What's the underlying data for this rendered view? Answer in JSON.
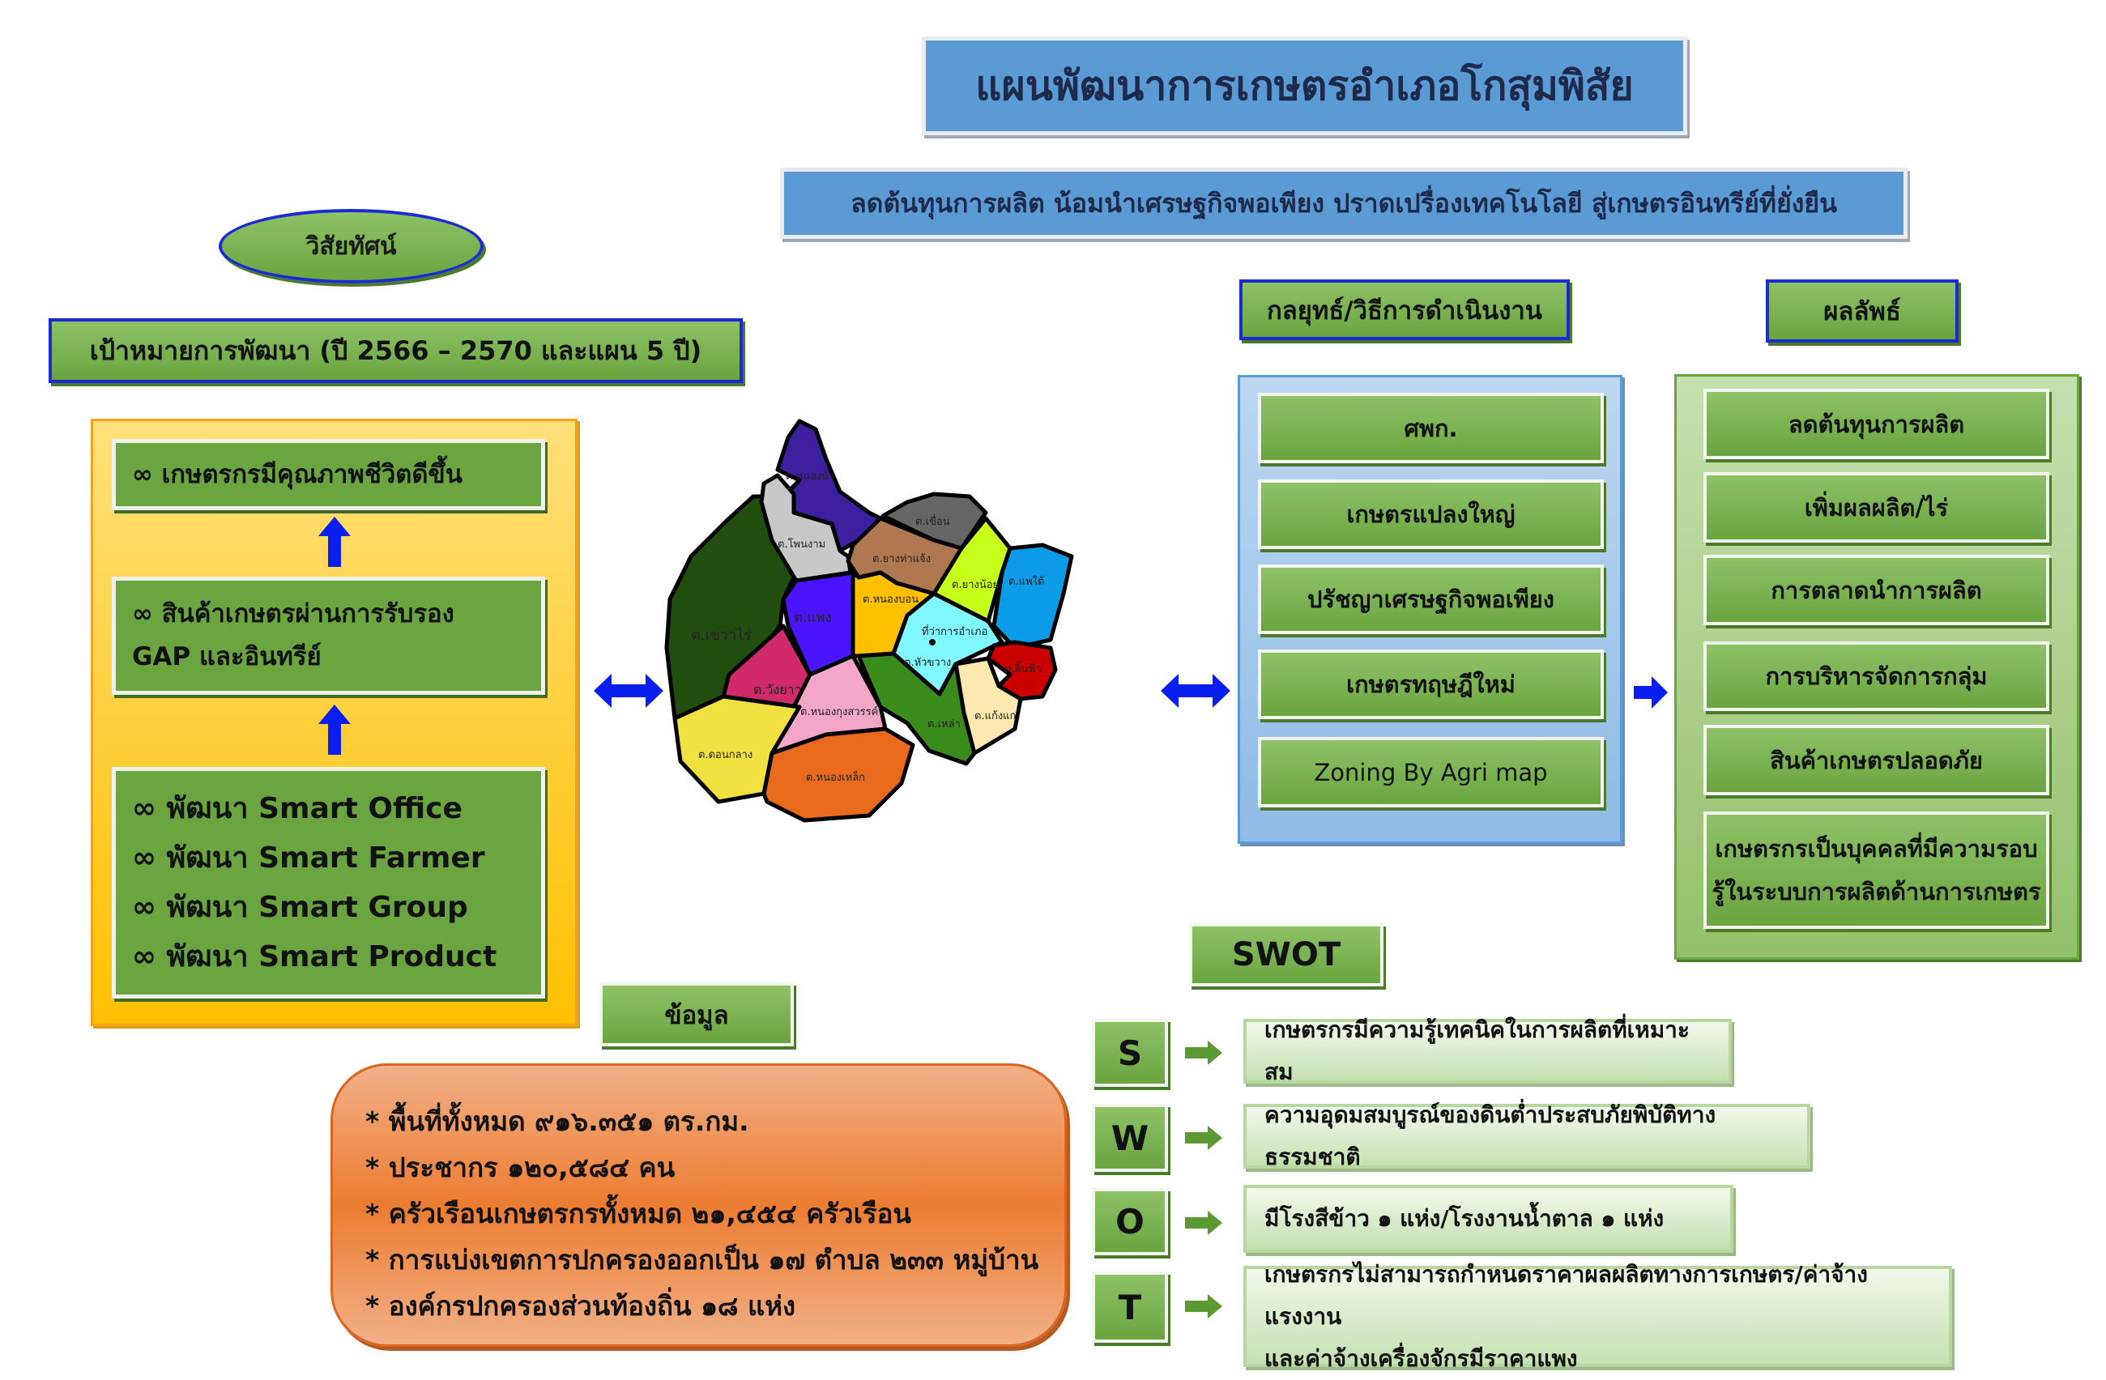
{
  "title": "แผนพัฒนาการเกษตรอำเภอโกสุมพิสัย",
  "subtitle": "ลดต้นทุนการผลิต  น้อมนำเศรษฐกิจพอเพียง ปราดเปรื่องเทคโนโลยี สู่เกษตรอินทรีย์ที่ยั่งยืน",
  "vision": "วิสัยทัศน์",
  "goal_header": "เป้าหมายการพัฒนา (ปี 2566 – 2570 และแผน 5 ปี)",
  "goals": {
    "top": "∞ เกษตรกรมีคุณภาพชีวิตดีขึ้น",
    "middle": [
      "∞ สินค้าเกษตรผ่านการรับรอง",
      "GAP และอินทรีย์"
    ],
    "bottom": [
      "∞ พัฒนา Smart Office",
      "∞ พัฒนา Smart Farmer",
      "∞ พัฒนา Smart Group",
      "∞ พัฒนา Smart Product"
    ]
  },
  "map": {
    "labels": {
      "nongbua": "ต.หนองบัว",
      "phonngam": "ต.โพนงาม",
      "khueanr": "ต.เขื่อน",
      "yangthachaeng": "ต.ยางท่าแจ้ง",
      "yangnoi": "ต.ยางน้อย",
      "faetai": "ต.แพใต้",
      "khaorai": "ต.เขวาไร่",
      "phaeng": "ต.แพง",
      "nongbon": "ต.หนองบอน",
      "office": "ที่ว่าการอำเภอ",
      "huakhwang": "ต.หัวขวาง",
      "linfa": "ต.ลิ้นฟ้า",
      "wangyao": "ต.วังยาว",
      "nongkung": "ต.หนองกุงสวรรค์",
      "la": "ต.เหล่า",
      "kaengkae": "ต.แก้งแก",
      "donklang": "ต.ดอนกลาง",
      "nonglek": "ต.หนองเหล็ก"
    }
  },
  "strategy": {
    "header": "กลยุทธ์/วิธีการดำเนินงาน",
    "items": [
      "ศพก.",
      "เกษตรแปลงใหญ่",
      "ปรัชญาเศรษฐกิจพอเพียง",
      "เกษตรทฤษฎีใหม่",
      "Zoning By Agri map"
    ]
  },
  "results": {
    "header": "ผลลัพธ์",
    "items": [
      "ลดต้นทุนการผลิต",
      "เพิ่มผลผลิต/ไร่",
      "การตลาดนำการผลิต",
      "การบริหารจัดการกลุ่ม",
      "สินค้าเกษตรปลอดภัย"
    ],
    "last": [
      "เกษตรกรเป็นบุคคลที่มีความรอบ",
      "รู้ในระบบการผลิตด้านการเกษตร"
    ]
  },
  "data_section": {
    "header": "ข้อมูล",
    "lines": [
      "* พื้นที่ทั้งหมด ๙๑๖.๓๕๑ ตร.กม.",
      "* ประชากร ๑๒๐,๕๘๔ คน",
      "* ครัวเรือนเกษตรกรทั้งหมด ๒๑,๔๕๔ ครัวเรือน",
      "* การแบ่งเขตการปกครองออกเป็น ๑๗ ตำบล ๒๓๓ หมู่บ้าน",
      "* องค์กรปกครองส่วนท้องถิ่น ๑๘ แห่ง"
    ]
  },
  "swot": {
    "header": "SWOT",
    "S": {
      "letter": "S",
      "text": "เกษตรกรมีความรู้เทคนิคในการผลิตที่เหมาะสม"
    },
    "W": {
      "letter": "W",
      "text": "ความอุดมสมบูรณ์ของดินต่ำประสบภัยพิบัติทางธรรมชาติ"
    },
    "O": {
      "letter": "O",
      "text": "มีโรงสีข้าว ๑ แห่ง/โรงงานน้ำตาล ๑ แห่ง"
    },
    "T": {
      "letter": "T",
      "lines": [
        "เกษตรกรไม่สามารถกำหนดราคาผลผลิตทางการเกษตร/ค่าจ้างแรงงาน",
        "และค่าจ้างเครื่องจักรมีราคาแพง"
      ]
    }
  },
  "colors": {
    "blue_header": "#5b9bd5",
    "green": "#6aa53f",
    "yellow": "#ffc000",
    "orange": "#ec7c30",
    "arrow_blue": "#0a1ef0"
  }
}
